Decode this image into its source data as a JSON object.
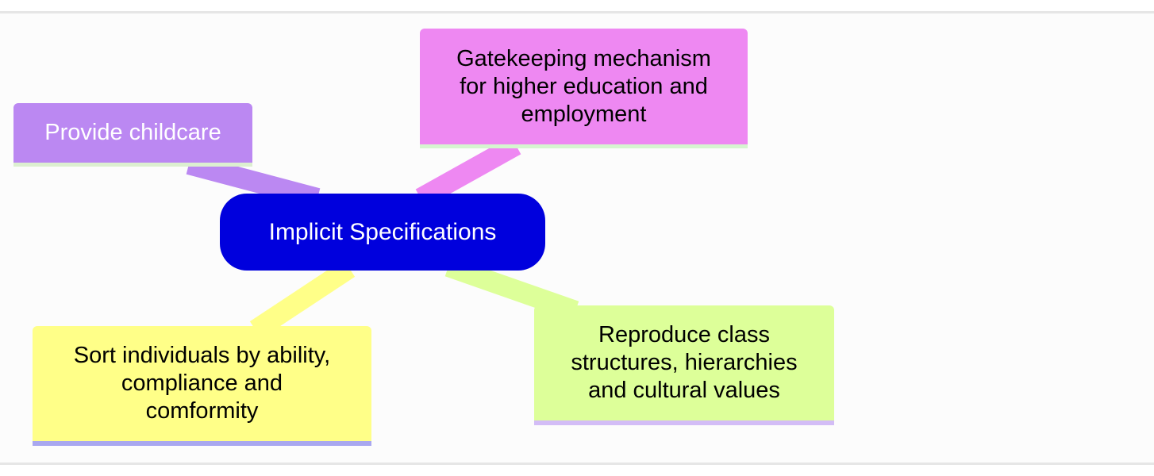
{
  "colors": {
    "root_fill": "#0000dd",
    "root_text": "#ffffff",
    "childcare": "#bb88f2",
    "gatekeeping": "#ee88f2",
    "sort": "#ffff88",
    "reproduce": "#ddff99"
  },
  "diagram": {
    "type": "mindmap",
    "root": {
      "label": "Implicit Specifications"
    },
    "branches": [
      {
        "id": "childcare",
        "lines": [
          "Provide childcare"
        ],
        "text_color": "#ffffff"
      },
      {
        "id": "gatekeeping",
        "lines": [
          "Gatekeeping mechanism",
          "for higher education and",
          "employment"
        ],
        "text_color": "#000000"
      },
      {
        "id": "sort",
        "lines": [
          "Sort individuals by ability,",
          "compliance and",
          "comformity"
        ],
        "text_color": "#000000"
      },
      {
        "id": "reproduce",
        "lines": [
          "Reproduce class",
          "structures, hierarchies",
          "and cultural values"
        ],
        "text_color": "#000000"
      }
    ]
  }
}
